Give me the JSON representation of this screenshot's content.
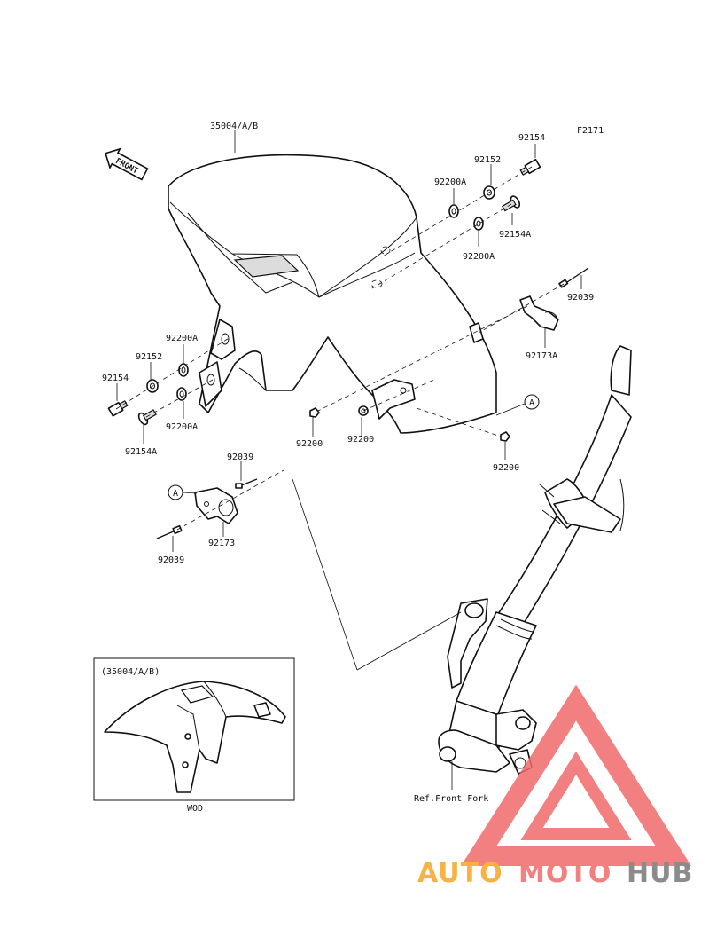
{
  "diagram": {
    "code": "F2171",
    "front_arrow": "FRONT",
    "callout_ref": "A",
    "labels": {
      "fender": "35004/A/B",
      "bolt_top_right": "92154",
      "collar_top_right": "92152",
      "washer_top_right": "92200A",
      "bolt_a_top_right": "92154A",
      "washer_b_top_right": "92200A",
      "pin_right": "92039",
      "clamp_right": "92173A",
      "washer_left_upper": "92200A",
      "collar_left": "92152",
      "bolt_left": "92154",
      "washer_left_lower": "92200A",
      "bolt_a_left": "92154A",
      "nut_1": "92200",
      "nut_2": "92200",
      "nut_3": "92200",
      "pin_left_upper": "92039",
      "clamp_left": "92173",
      "pin_left_lower": "92039",
      "ref_front_fork": "Ref.Front Fork"
    },
    "inset": {
      "title": "(35004/A/B)",
      "caption": "WOD"
    }
  },
  "watermark": {
    "part1": "AUTO",
    "part2": "MOTO",
    "part3": "HUB",
    "color_orange": "#f5a623",
    "color_red": "#f26b6b",
    "color_gray": "#777777"
  }
}
